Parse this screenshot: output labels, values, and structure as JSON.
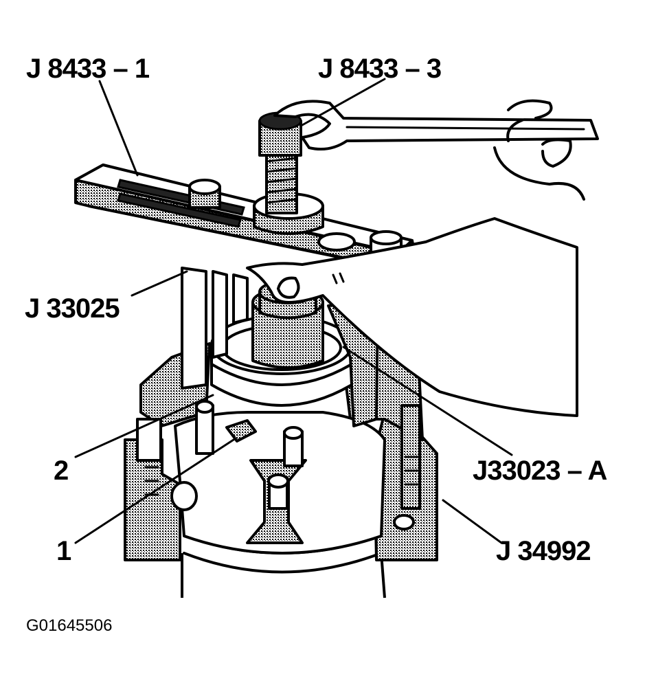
{
  "callouts": {
    "j8433_1": "J 8433 – 1",
    "j8433_3": "J 8433 – 3",
    "j33025": "J 33025",
    "label_2": "2",
    "j33023_a": "J33023 – A",
    "label_1": "1",
    "j34992": "J 34992"
  },
  "figure_id": "G01645506"
}
